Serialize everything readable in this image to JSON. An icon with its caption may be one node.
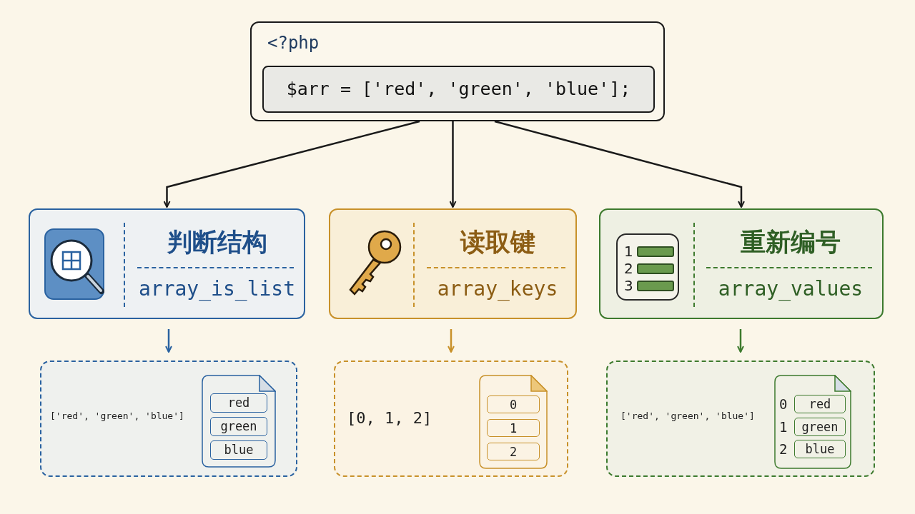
{
  "diagram": {
    "nodes": [
      {
        "text": [
          "<?php"
        ]
      },
      {
        "text": [
          "$arr = ['red', 'green', 'blue'];"
        ],
        "in": 0
      },
      {
        "text": [
          "判断结构",
          "array_is_list"
        ]
      },
      {
        "text": [
          "读取键",
          "array_keys"
        ]
      },
      {
        "text": [
          "重新编号",
          "array_values"
        ]
      },
      {
        "text": [
          "['red', 'green', 'blue']"
        ]
      },
      {
        "text": [],
        "shape": "document",
        "in": 5
      },
      {
        "text": [
          "red"
        ],
        "in": 6
      },
      {
        "text": [
          "green"
        ],
        "in": 6
      },
      {
        "text": [
          "blue"
        ],
        "in": 6
      },
      {
        "text": [
          "[0, 1, 2]"
        ]
      },
      {
        "text": [],
        "shape": "document",
        "in": 10
      },
      {
        "text": [
          "0"
        ],
        "in": 11
      },
      {
        "text": [
          "1"
        ],
        "in": 11
      },
      {
        "text": [
          "2"
        ],
        "in": 11
      },
      {
        "text": [
          "['red', 'green', 'blue']"
        ]
      },
      {
        "text": [],
        "shape": "document",
        "in": 15
      },
      {
        "text": [
          "red"
        ],
        "in": 16,
        "beside": [
          "0"
        ]
      },
      {
        "text": [
          "green"
        ],
        "in": 16,
        "beside": [
          "1"
        ]
      },
      {
        "text": [
          "blue"
        ],
        "in": 16,
        "beside": [
          "2"
        ]
      }
    ],
    "edges": [
      {
        "from": 0,
        "to": 2,
        "arrow": "to"
      },
      {
        "from": 0,
        "to": 3,
        "arrow": "to"
      },
      {
        "from": 0,
        "to": 4,
        "arrow": "to"
      },
      {
        "from": 2,
        "to": 5,
        "arrow": "to",
        "color": "#2a62a0"
      },
      {
        "from": 3,
        "to": 10,
        "arrow": "to",
        "color": "#c8912a"
      },
      {
        "from": 4,
        "to": 15,
        "arrow": "to",
        "color": "#3d7a2e"
      }
    ],
    "labels": [
      "1",
      "2",
      "3"
    ]
  }
}
